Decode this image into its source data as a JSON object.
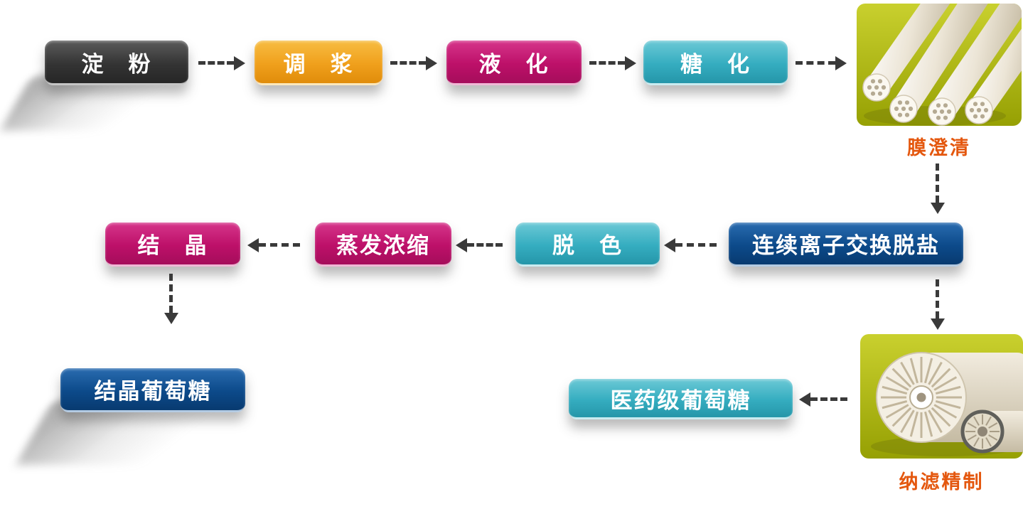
{
  "colors": {
    "starch": "#3a3a3a",
    "slurry": "#f0a01c",
    "liquefaction": "#bd1069",
    "saccharification": "#35adc0",
    "ion_exchange": "#0c4a8a",
    "decolorization": "#35adc0",
    "evaporation": "#bd1069",
    "crystallization": "#bd1069",
    "crystalline_glucose": "#0c4a8a",
    "pharma_glucose": "#35adc0",
    "arrow": "#3a3a3a",
    "caption_text": "#e4570e",
    "photo_background": "#aab40a"
  },
  "row1": [
    {
      "label": "淀　粉"
    },
    {
      "label": "调　浆"
    },
    {
      "label": "液　化"
    },
    {
      "label": "糖　化"
    }
  ],
  "row2": [
    {
      "label": "结　晶"
    },
    {
      "label": "蒸发浓缩"
    },
    {
      "label": "脱　色"
    },
    {
      "label": "连续离子交换脱盐"
    }
  ],
  "outputs": {
    "crystalline_glucose": {
      "label": "结晶葡萄糖"
    },
    "pharma_glucose": {
      "label": "医药级葡萄糖"
    }
  },
  "captions": {
    "membrane_clarification": "膜澄清",
    "nanofiltration": "纳滤精制"
  }
}
